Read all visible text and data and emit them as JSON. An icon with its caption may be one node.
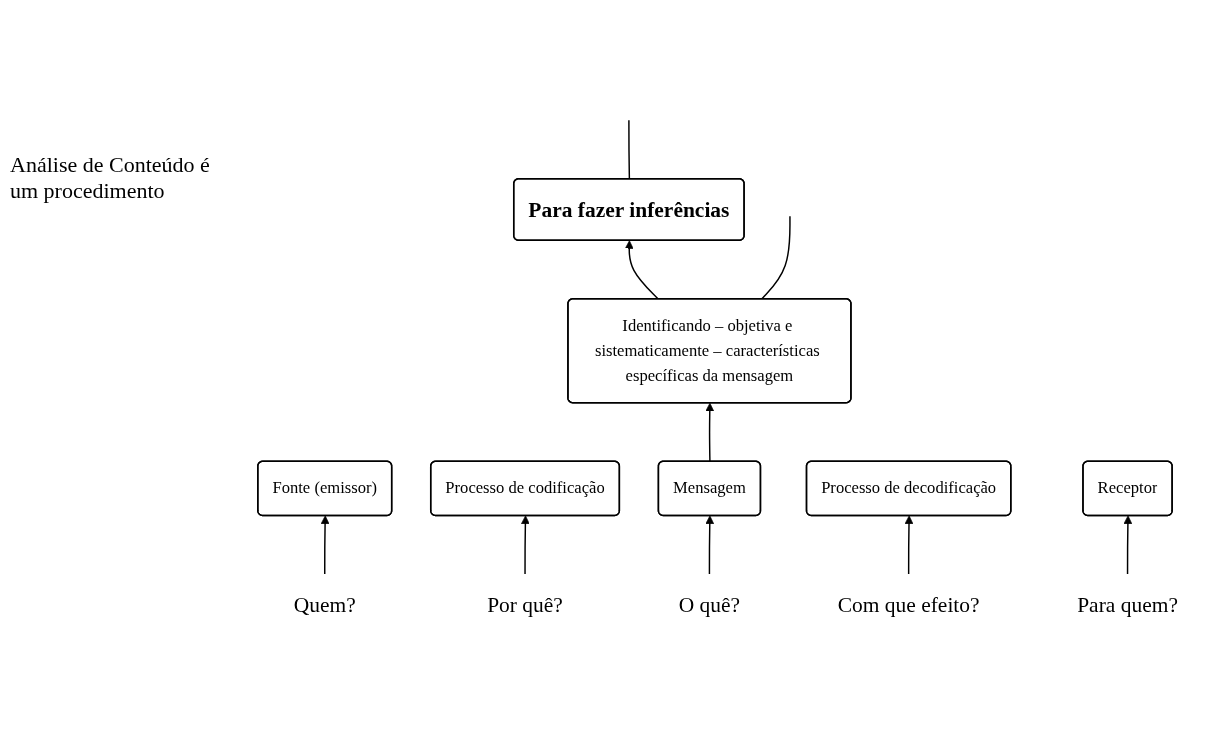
{
  "diagram": {
    "nodes": [
      {
        "text": [
          "Para fazer inferências"
        ]
      },
      {
        "text": [
          "Identificando – objetiva e sistematicamente – características específicas da mensagem"
        ]
      },
      {
        "text": [
          "Fonte (emissor)"
        ]
      },
      {
        "text": [
          "Processo de codificação"
        ]
      },
      {
        "text": [
          "Mensagem"
        ]
      },
      {
        "text": [
          "Processo de decodificação"
        ]
      },
      {
        "text": [
          "Receptor"
        ]
      },
      {
        "text": [
          "Quem?"
        ]
      },
      {
        "text": [
          "Por quê?"
        ]
      },
      {
        "text": [
          "O quê?"
        ]
      },
      {
        "text": [
          "Com que efeito?"
        ]
      },
      {
        "text": [
          "Para quem?"
        ]
      }
    ],
    "edges": [
      {
        "from": 7,
        "to": 2,
        "arrow": "to"
      },
      {
        "from": 8,
        "to": 3,
        "arrow": "to"
      },
      {
        "from": 9,
        "to": 4,
        "arrow": "to"
      },
      {
        "from": 10,
        "to": 5,
        "arrow": "to"
      },
      {
        "from": 11,
        "to": 6,
        "arrow": "to"
      },
      {
        "from": 4,
        "to": 1,
        "arrow": "to"
      },
      {
        "from": 1,
        "to": 0,
        "arrow": "to"
      },
      {
        "from": 0,
        "to": null,
        "arrow": "none"
      },
      {
        "from": 1,
        "to": null,
        "arrow": "none"
      }
    ],
    "labels": [
      "Análise de Conteúdo é um procedimento"
    ]
  }
}
